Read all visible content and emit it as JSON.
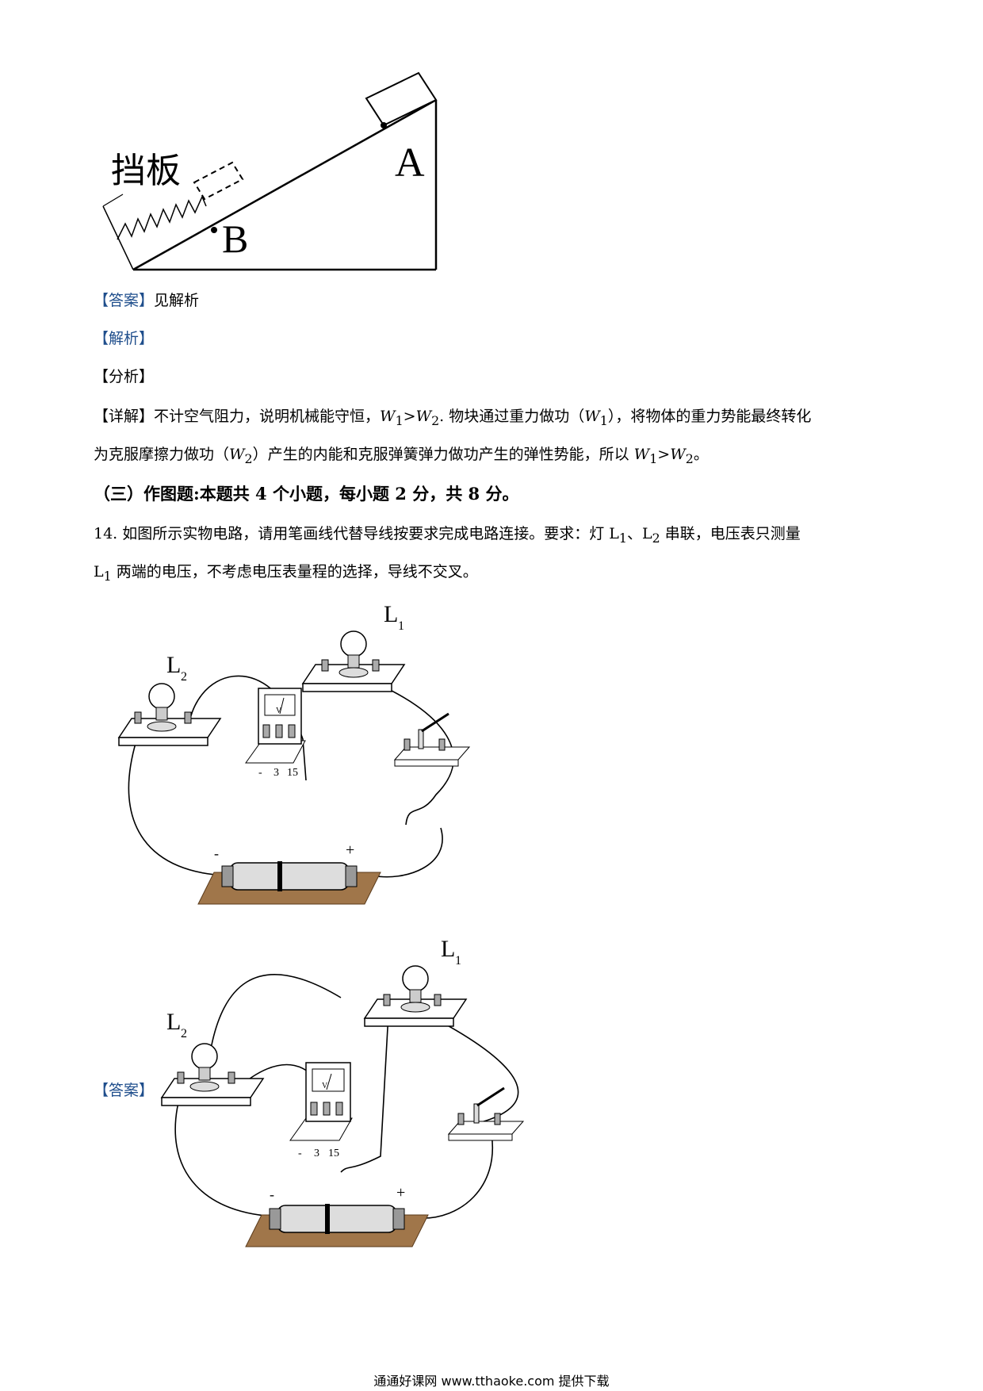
{
  "figure_top": {
    "label_baffle": "挡板",
    "label_a": "A",
    "label_b": "B"
  },
  "answer1": {
    "tag": "【答案】",
    "text": "见解析"
  },
  "analysis_tag": "【解析】",
  "fenxi_tag": "【分析】",
  "detail": {
    "tag": "【详解】",
    "p1_a": "不计空气阻力，说明机械能守恒，",
    "p1_w1": "W",
    "p1_w1sub": "1",
    "p1_gt": ">",
    "p1_w2": "W",
    "p1_w2sub": "2",
    "p1_b": ". 物块通过重力做功（",
    "p1_w1b": "W",
    "p1_w1bsub": "1",
    "p1_c": "），将物体的重力势能最终转化",
    "p2_a": "为克服摩擦力做功（",
    "p2_w2": "W",
    "p2_w2sub": "2",
    "p2_b": "）产生的内能和克服弹簧弹力做功产生的弹性势能，所以 ",
    "p2_w1": "W",
    "p2_w1sub": "1",
    "p2_gt": ">",
    "p2_w2b": "W",
    "p2_w2bsub": "2",
    "p2_c": "。"
  },
  "section3": "（三）作图题:本题共 4 个小题，每小题 2 分，共 8 分。",
  "q14": {
    "line1_a": "14. 如图所示实物电路，请用笔画线代替导线按要求完成电路连接。要求：灯 L",
    "line1_sub1": "1",
    "line1_b": "、L",
    "line1_sub2": "2",
    "line1_c": " 串联，电压表只测量",
    "line2_a": "L",
    "line2_sub": "1",
    "line2_b": " 两端的电压，不考虑电压表量程的选择，导线不交叉。"
  },
  "circuit": {
    "l1": "L",
    "l1_sub": "1",
    "l2": "L",
    "l2_sub": "2",
    "meter_v": "V",
    "terminal_minus": "-",
    "terminal_3": "3",
    "terminal_15": "15",
    "battery_minus": "-",
    "battery_plus": "+"
  },
  "answer2_tag": "【答案】",
  "footer": "通通好课网  www.tthaoke.com  提供下载"
}
